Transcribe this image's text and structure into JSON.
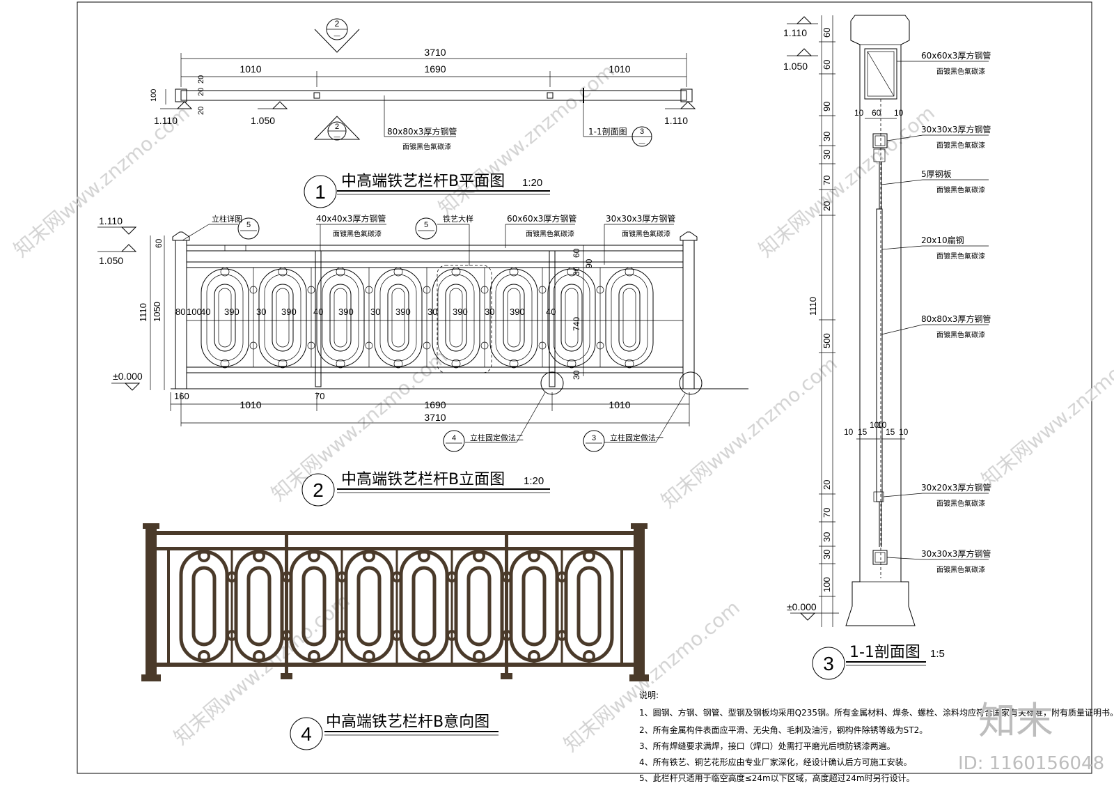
{
  "plan": {
    "title": "中高端铁艺栏杆B平面图",
    "scale": "1:20",
    "num": "1",
    "total": "3710",
    "segs": [
      "1010",
      "1690",
      "1010"
    ],
    "left_dims": [
      "100",
      "20",
      "20",
      "20"
    ],
    "elevs": [
      "1.110",
      "1.050",
      "1.110"
    ],
    "tube_label": "80x80x3厚方钢管",
    "tube_note": "面镀黑色氟碳漆",
    "section_ref": "1-1剖面图",
    "sec_ref_num": "3",
    "sec_ref_sub": "—",
    "elev_ref_num": "2",
    "elev_ref_sub": "—"
  },
  "elevation": {
    "title": "中高端铁艺栏杆B立面图",
    "scale": "1:20",
    "num": "2",
    "left_elevs": [
      "1.110",
      "1.050",
      "±0.000"
    ],
    "vdims": [
      "60",
      "1110",
      "1050"
    ],
    "post_detail": "立柱详图",
    "post_detail_num": "5",
    "pattern_detail": "铁艺大样",
    "pattern_detail_num": "5",
    "callouts": [
      {
        "label": "40x40x3厚方钢管",
        "note": "面镀黑色氟碳漆"
      },
      {
        "label": "60x60x3厚方钢管",
        "note": "面镀黑色氟碳漆"
      },
      {
        "label": "30x30x3厚方钢管",
        "note": "面镀黑色氟碳漆"
      }
    ],
    "inner_dims": [
      "80",
      "100",
      "40",
      "390",
      "30",
      "390",
      "40",
      "390",
      "30",
      "390",
      "30",
      "390",
      "30",
      "390",
      "40"
    ],
    "right_vdims": [
      "30",
      "60",
      "90",
      "740",
      "30"
    ],
    "bottom_small": [
      "160",
      "70"
    ],
    "bottom_segs": [
      "1010",
      "1690",
      "1010"
    ],
    "bottom_total": "3710",
    "fix2_label": "立柱固定做法二",
    "fix2_num": "4",
    "fix1_label": "立柱固定做法一",
    "fix1_num": "3"
  },
  "section": {
    "title": "1-1剖面图",
    "scale": "1:5",
    "num": "3",
    "top_elevs": [
      "1.110",
      "1.050"
    ],
    "bottom_elev": "±0.000",
    "vdims": [
      "60",
      "60",
      "90",
      "30",
      "30",
      "70",
      "20",
      "1110",
      "500",
      "20",
      "70",
      "30",
      "30",
      "100"
    ],
    "top_hdims": [
      "10",
      "60",
      "10"
    ],
    "mid_hdims": [
      "10",
      "15",
      "10",
      "10",
      "15",
      "10"
    ],
    "labels": [
      {
        "label": "60x60x3厚方钢管",
        "note": "面镀黑色氟碳漆"
      },
      {
        "label": "30x30x3厚方钢管",
        "note": "面镀黑色氟碳漆"
      },
      {
        "label": "5厚钢板",
        "note": "面镀黑色氟碳漆"
      },
      {
        "label": "20x10扁钢",
        "note": "面镀黑色氟碳漆"
      },
      {
        "label": "80x80x3厚方钢管",
        "note": "面镀黑色氟碳漆"
      },
      {
        "label": "30x20x3厚方钢管",
        "note": "面镀黑色氟碳漆"
      },
      {
        "label": "30x30x3厚方钢管",
        "note": "面镀黑色氟碳漆"
      }
    ]
  },
  "intent": {
    "title": "中高端铁艺栏杆B意向图",
    "num": "4",
    "color": "#4a3a2a"
  },
  "notes": {
    "heading": "说明:",
    "items": [
      "1、圆钢、方钢、钢管、型钢及钢板均采用Q235钢。所有金属材料、焊条、螺栓、涂料均应符合国家有关标准，附有质量证明书。",
      "2、所有金属构件表面应平滑、无尖角、毛刺及油污，钢构件除锈等级为ST2。",
      "3、所有焊缝要求满焊，接口（焊口）处需打平磨光后喷防锈漆两遍。",
      "4、所有铁艺、铜艺花形应由专业厂家深化，经设计确认后方可施工安装。",
      "5、此栏杆只适用于临空高度≤24m以下区域，高度超过24m时另行设计。"
    ]
  },
  "watermark": {
    "brand": "知末",
    "id": "ID: 1160156048",
    "site": "知末网www.znzmo.com"
  }
}
